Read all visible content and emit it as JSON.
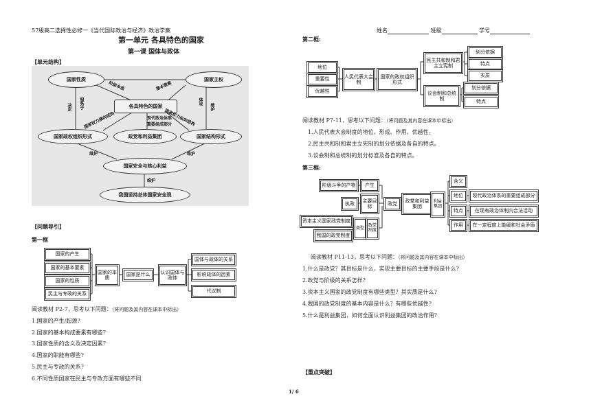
{
  "header": {
    "left": "57级高二选择性必修一《当代国际政治与经济》政治学案",
    "name_label": "姓名",
    "class_label": "班级",
    "id_label": "学号"
  },
  "title": {
    "unit": "第一单元  各具特色的国家",
    "lesson": "第一课    国体与政体"
  },
  "section_labels": {
    "structure": "【单元结构】",
    "guide": "【问题导引】",
    "frame1": "第一框",
    "frame2": "第二框:",
    "frame3": "第三框:",
    "key": "【重点突破】"
  },
  "structure_diagram": {
    "nodes": {
      "state_nature": "国家性质",
      "sovereignty": "国家主权",
      "center": "各具特色的国家",
      "regime_form": "国家政权组织形式",
      "parties": "政党和利益集团",
      "structure_form": "国家结构形式",
      "security": "国家安全与核心利益",
      "holistic": "我国坚持总体国家安全观"
    },
    "captions": {
      "foundation": "阶级本质",
      "core": "基本要素",
      "decide": "决定",
      "serve": "服务于",
      "power_org": "国家权力横向结构",
      "reflect": "体现",
      "protect1": "维护",
      "power_vertical": "国家权力纵向结构",
      "modern": "现代政治体系",
      "important": "重要组成部分",
      "maintain_l": "维护",
      "maintain_r": "维护",
      "maintain_b": "维护"
    }
  },
  "frame1": {
    "col1": [
      "国家的产生",
      "国家的基本要素",
      "国家的性质",
      "民主与专政的关系"
    ],
    "col2": "国家的本质",
    "col3": "国家是什么",
    "col4": "认识国体与政体",
    "col5": [
      "国体与政体的关系",
      "影响政体的因素",
      "代议制"
    ],
    "intro": "阅读教材 P2-7，思考以下问题：",
    "intro_note": "（将问题及其内容在课本中标出）",
    "questions": [
      "1.国家的产生/起源?",
      "2.国家的基本构成要素有哪些?",
      "3.国家性质的含义及决定因素?",
      "4.国家的职能有哪些?",
      "5.民主与专政的关系?",
      "6.不同性质国家在民主与专政方面有哪些不同"
    ]
  },
  "frame2": {
    "left": [
      "地位",
      "重要性",
      "优越性"
    ],
    "people": "人民代表大会制",
    "regime": "国家的政权组织形式",
    "republic": "民主共和制和君主立宪制",
    "assembly": "议会制和总统制",
    "criteria": "划分依据",
    "features": "特点",
    "essence": "实质",
    "criteria2": "划分依据",
    "features2": "特点",
    "intro": "阅读教材 P7-11，思考以下问题：",
    "intro_note": "（将问题及其内容在课本中标出）",
    "questions": [
      "1.人民代表大会制度的地位、形成、作用、优越性。",
      "2.民主共和制和君主立宪制的划分依据及各自的特点。",
      "3.议会制和总统制的划分标准及各自的特点。"
    ]
  },
  "frame3": {
    "class_product": "阶级斗争的产物",
    "birth": "产生",
    "goal": "主要目标",
    "ruling": "执政",
    "party": "政党",
    "parties_groups": "政党和利益集团",
    "interest": "利益集团",
    "capitalist": "资本主义国家政党制度",
    "types": "类型",
    "chinese": "我国的政党制度",
    "system": "政党制度",
    "meaning": "含义",
    "position": "地位",
    "feature": "特点",
    "role": "作用",
    "r1": "现代政治体系的重要组成部分",
    "r2": "在现有政治体制内合法活动",
    "r3": "在一定程度上能缓和社会矛盾",
    "intro": "阅读教材 P11-13，思考以下问题：",
    "intro_note": "（将问题及其内容在课本中标出）",
    "questions": [
      "1.什么是政党？其目标是什么，实现主要目标的主要手段是什么?",
      "2.政党与阶级的关系怎样?",
      "3.资本主义国家的政党制度有哪些类型？其实质是什么?",
      "4.我国的政党制度的基本内容是什么？有哪些优越性?",
      "5.什么是利益集团，如何全面认识利益集团的政治作用?"
    ]
  },
  "page_number": "1/ 6"
}
